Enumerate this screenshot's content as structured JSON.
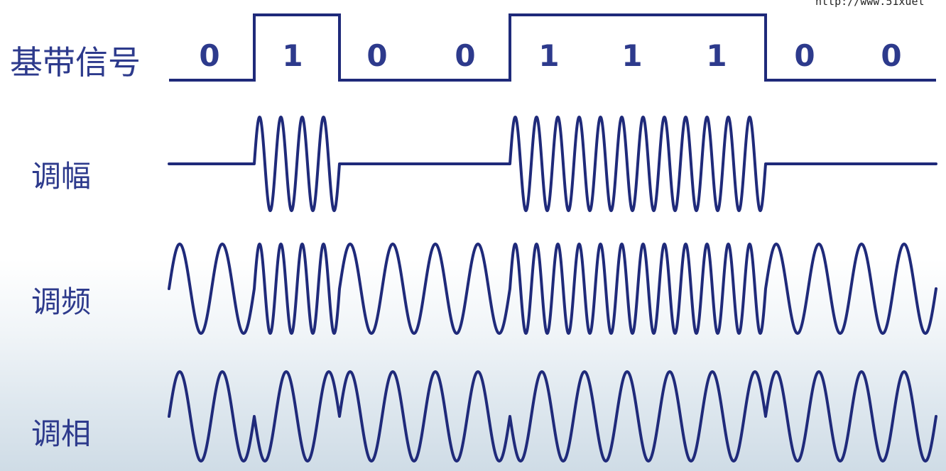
{
  "watermark": "http://www.51xuel",
  "labels": {
    "baseband": "基带信号",
    "am": "调幅",
    "fm": "调频",
    "pm": "调相"
  },
  "bits": [
    "0",
    "1",
    "0",
    "0",
    "1",
    "1",
    "1",
    "0",
    "0"
  ],
  "colors": {
    "wave": "#1f2a7a",
    "label": "#2d3a8c"
  }
}
